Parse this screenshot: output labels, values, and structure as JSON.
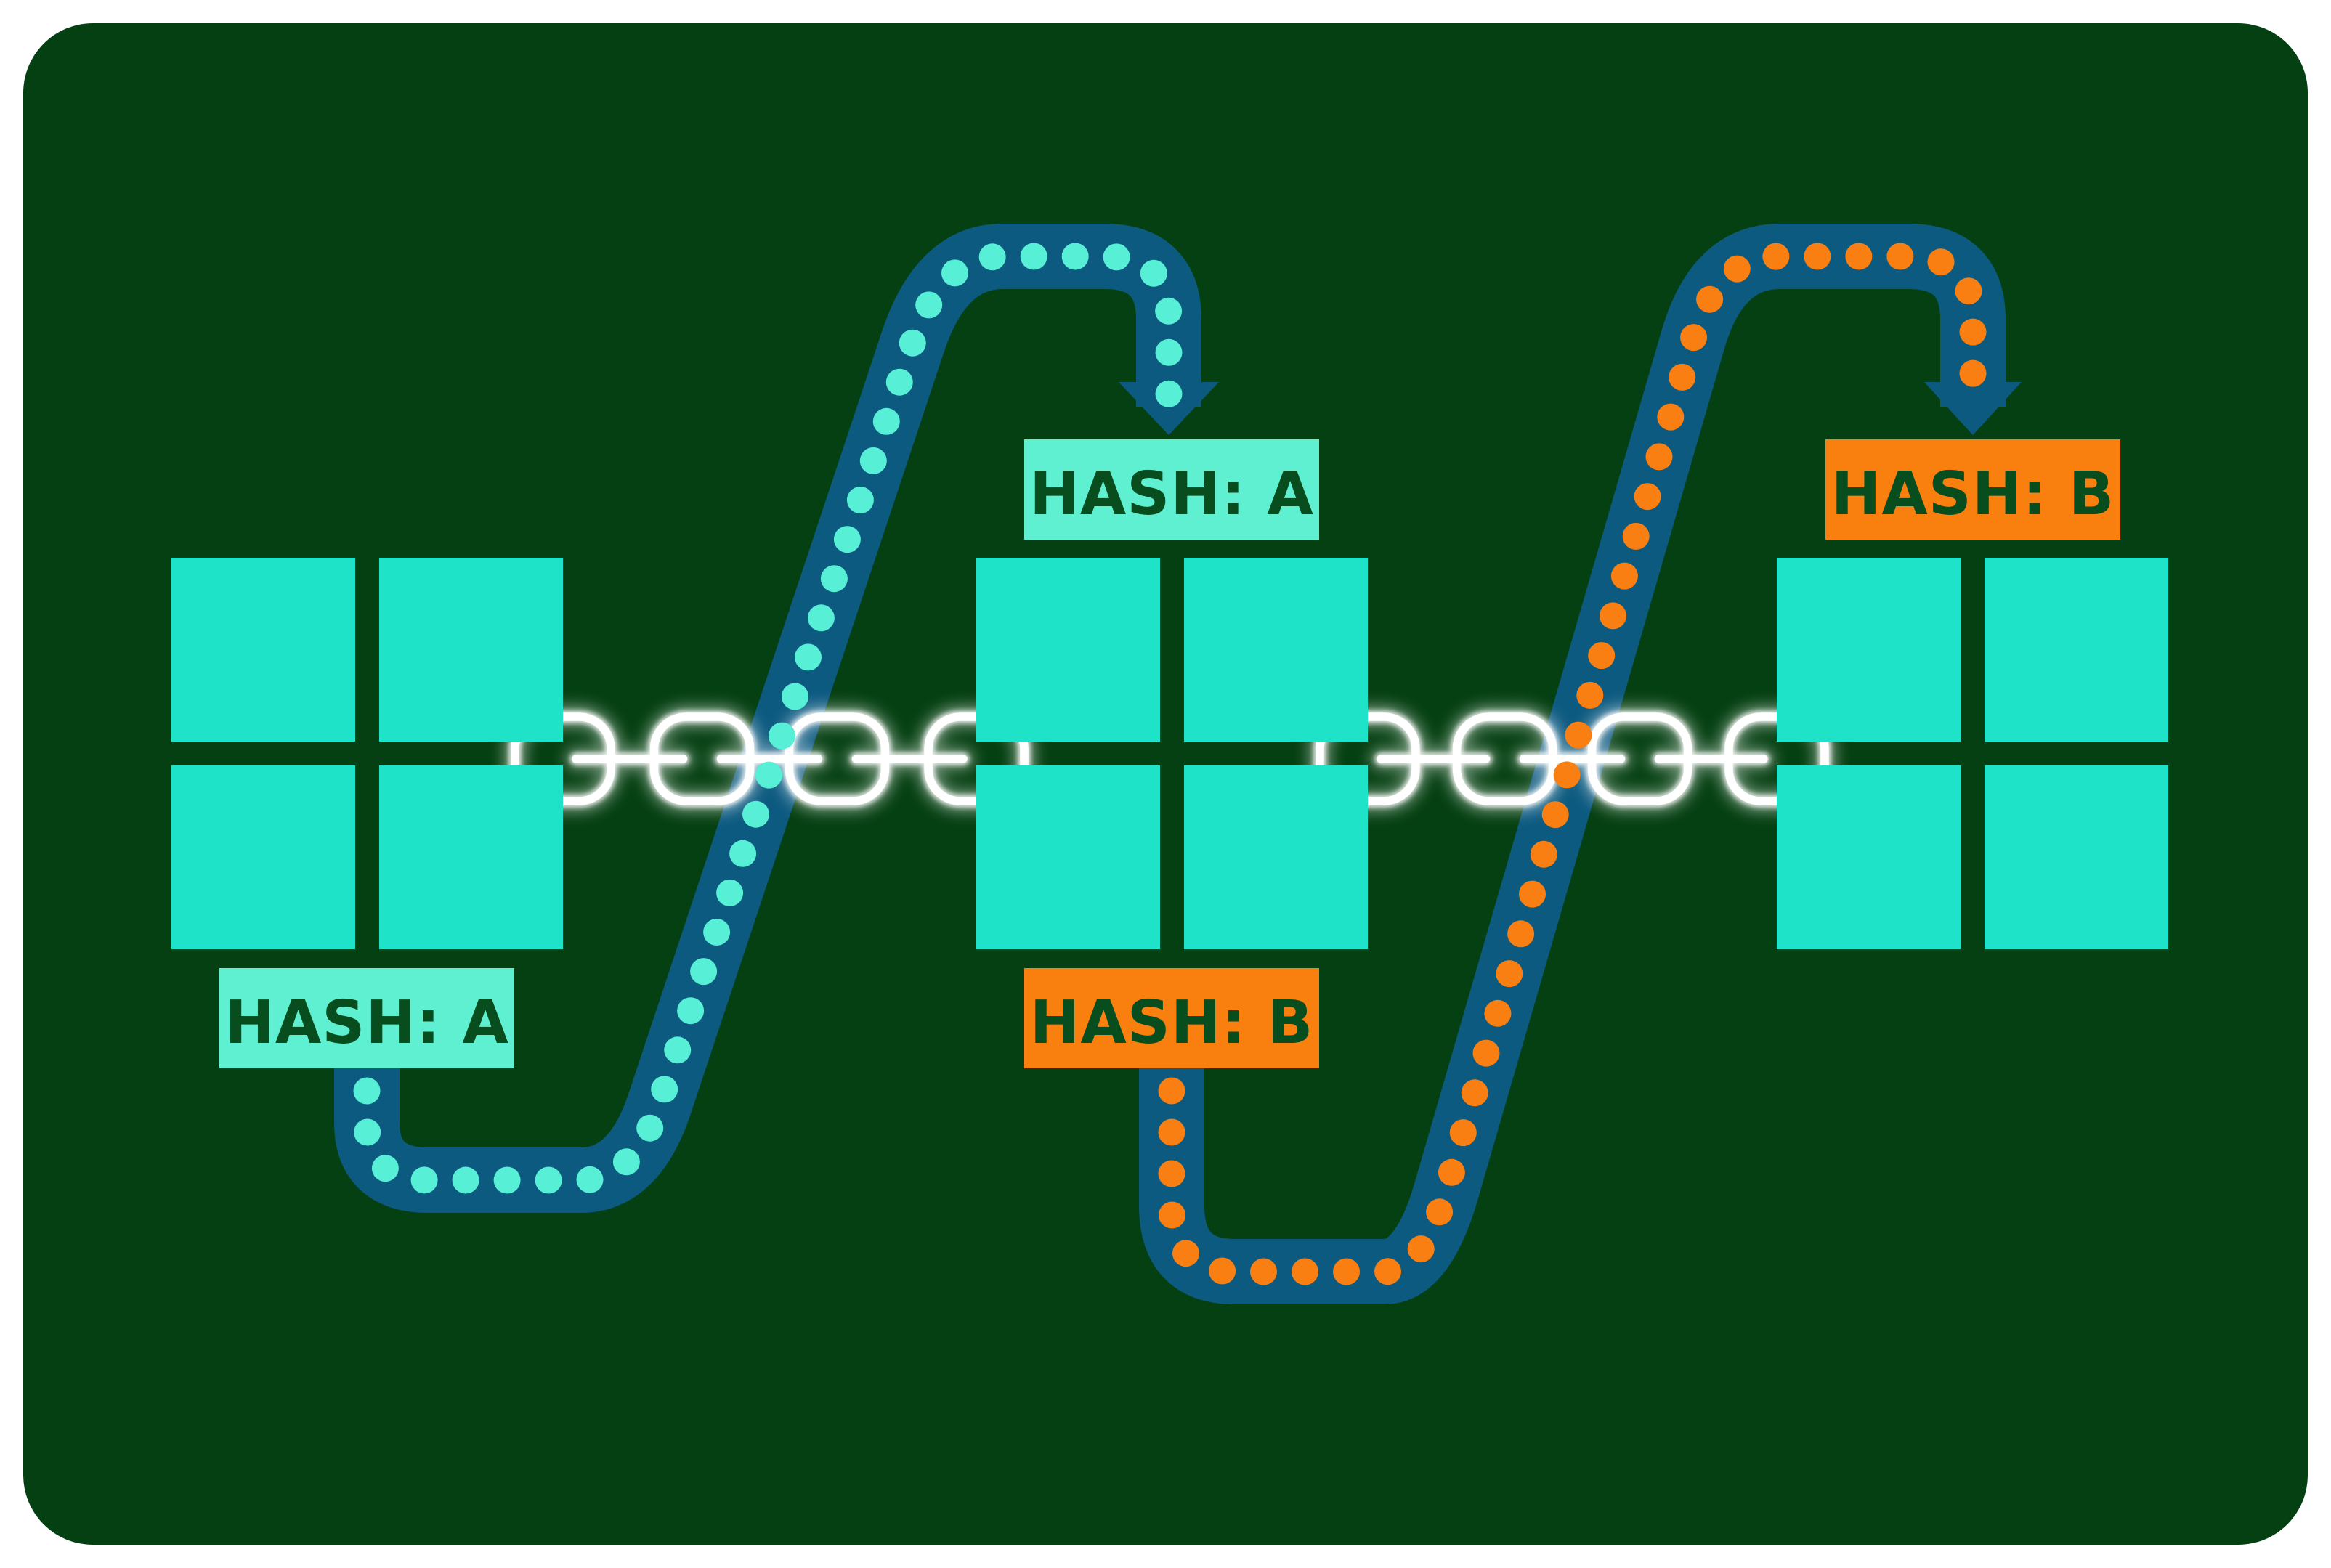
{
  "diagram_kind": "blockchain-hash-chain",
  "labels": [
    {
      "id": "block-1-hash-bottom",
      "text": "HASH: A",
      "bg": "#5ff0d1",
      "fg": "#084d1e"
    },
    {
      "id": "block-2-hash-top",
      "text": "HASH: A",
      "bg": "#5ff0d1",
      "fg": "#084d1e"
    },
    {
      "id": "block-2-hash-bottom",
      "text": "HASH: B",
      "bg": "#f9800f",
      "fg": "#084d1e"
    },
    {
      "id": "block-3-hash-top",
      "text": "HASH: B",
      "bg": "#f9800f",
      "fg": "#084d1e"
    }
  ],
  "colors": {
    "page_background": "#ffffff",
    "canvas_green": "#054012",
    "block_teal": "#1fe3c9",
    "chain_white": "#ffffff",
    "flow_band_blue": "#0d5a80",
    "dot_teal": "#57efd6",
    "dot_orange": "#fa7f12"
  },
  "flow_paths": [
    {
      "id": "flow-1",
      "dot_color_key": "dot_teal"
    },
    {
      "id": "flow-2",
      "dot_color_key": "dot_orange"
    }
  ],
  "icons": [
    "arrow-down-icon",
    "chain-link-icon",
    "flow-dot"
  ]
}
